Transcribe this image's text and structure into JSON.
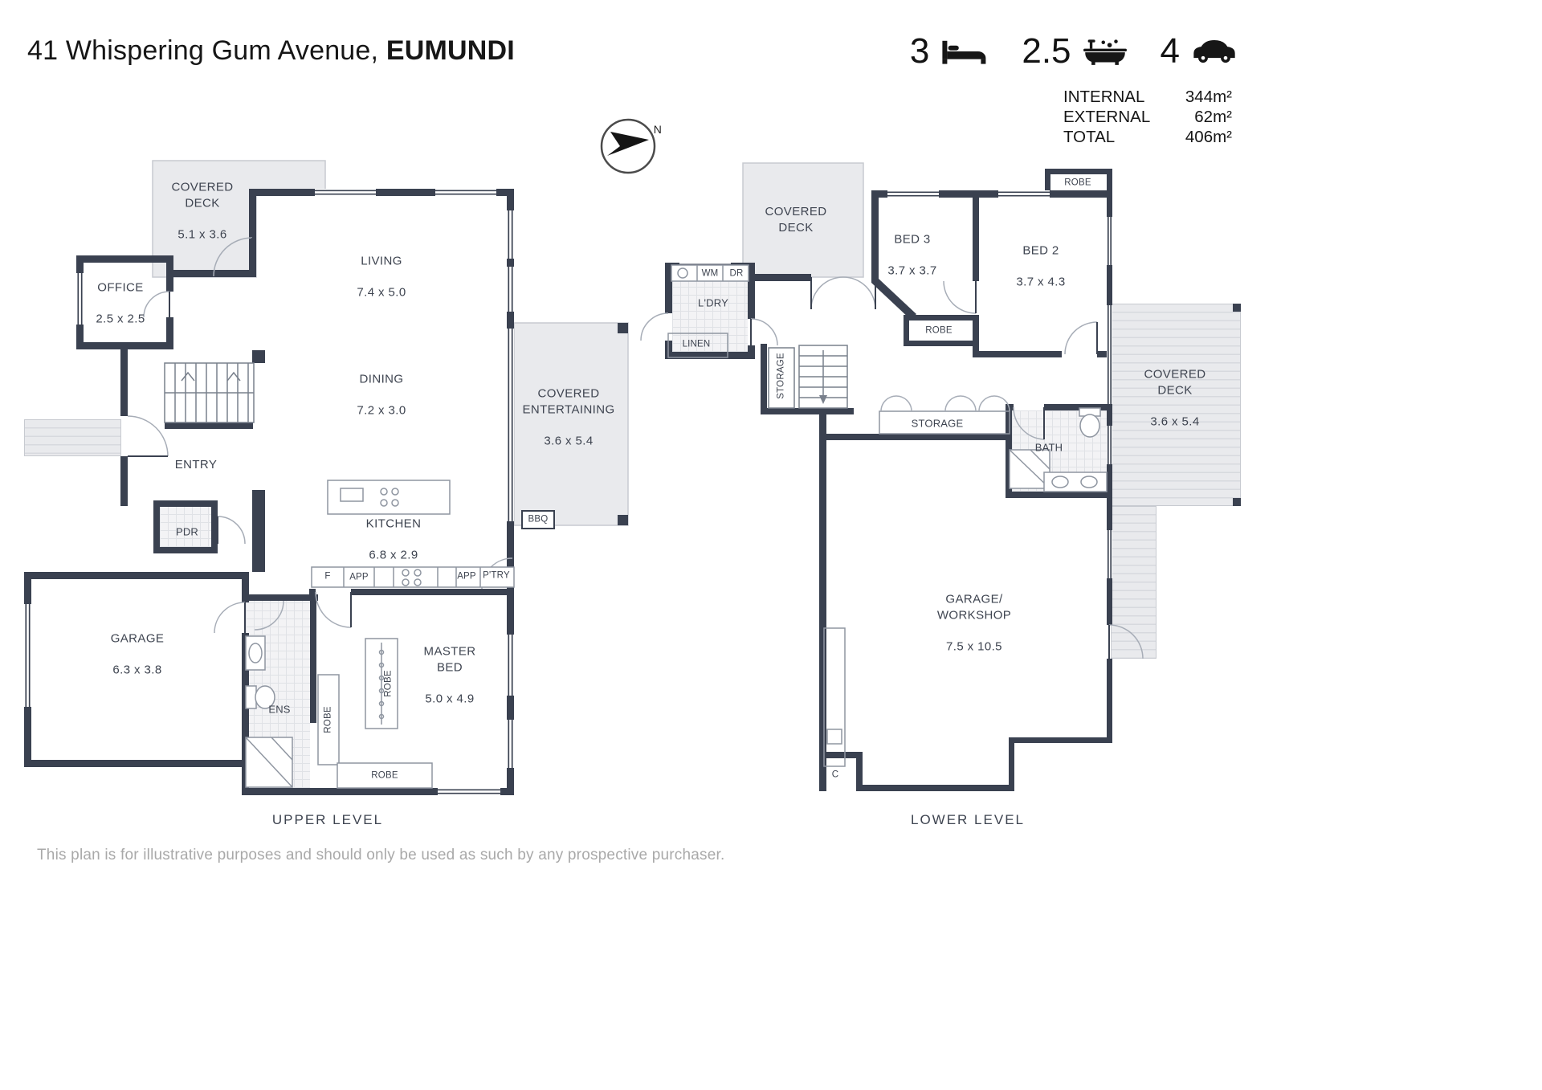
{
  "header": {
    "address_line": {
      "regular": "41 Whispering Gum Avenue, ",
      "suburb": "EUMUNDI"
    },
    "stats": {
      "beds": "3",
      "baths": "2.5",
      "cars": "4"
    },
    "areas": {
      "rows": [
        {
          "label": "INTERNAL",
          "value": "344m²"
        },
        {
          "label": "EXTERNAL",
          "value": "62m²"
        },
        {
          "label": "TOTAL",
          "value": "406m²"
        }
      ]
    },
    "compass": {
      "north": "N"
    }
  },
  "upper_level": {
    "title": "UPPER LEVEL",
    "rooms": {
      "covered_deck": {
        "name": "COVERED DECK",
        "dims": "5.1 x 3.6"
      },
      "office": {
        "name": "OFFICE",
        "dims": "2.5 x 2.5"
      },
      "living": {
        "name": "LIVING",
        "dims": "7.4 x 5.0"
      },
      "dining": {
        "name": "DINING",
        "dims": "7.2 x 3.0"
      },
      "covered_entertaining": {
        "name": "COVERED ENTERTAINING",
        "dims": "3.6 x 5.4"
      },
      "entry": {
        "name": "ENTRY"
      },
      "pdr": {
        "name": "PDR"
      },
      "kitchen": {
        "name": "KITCHEN",
        "dims": "6.8 x 2.9"
      },
      "garage": {
        "name": "GARAGE",
        "dims": "6.3 x 3.8"
      },
      "master_bed": {
        "name": "MASTER BED",
        "dims": "5.0 x 4.9"
      },
      "ens": {
        "name": "ENS"
      },
      "robe_ens": {
        "name": "ROBE"
      },
      "robe_walkin": {
        "name": "ROBE"
      },
      "robe_master": {
        "name": "ROBE"
      },
      "bbq": {
        "name": "BBQ"
      },
      "fridge": {
        "name": "F"
      },
      "app_left": {
        "name": "APP"
      },
      "app_right": {
        "name": "APP"
      },
      "pantry": {
        "name": "P'TRY"
      }
    }
  },
  "lower_level": {
    "title": "LOWER LEVEL",
    "rooms": {
      "covered_deck_top": {
        "name": "COVERED DECK"
      },
      "covered_deck_side": {
        "name": "COVERED DECK",
        "dims": "3.6 x 5.4"
      },
      "bed3": {
        "name": "BED 3",
        "dims": "3.7 x 3.7"
      },
      "bed2": {
        "name": "BED 2",
        "dims": "3.7 x 4.3"
      },
      "robe_top": {
        "name": "ROBE"
      },
      "robe_bed3": {
        "name": "ROBE"
      },
      "laundry": {
        "name": "L'DRY"
      },
      "wm": {
        "name": "WM"
      },
      "dr": {
        "name": "DR"
      },
      "linen": {
        "name": "LINEN"
      },
      "storage_stairs": {
        "name": "STORAGE"
      },
      "storage_hall": {
        "name": "STORAGE"
      },
      "bath": {
        "name": "BATH"
      },
      "garage_workshop": {
        "name": "GARAGE/\nWORKSHOP",
        "dims": "7.5 x 10.5"
      },
      "cupboard": {
        "name": "C"
      }
    }
  },
  "footer": {
    "disclaimer": "This plan is for illustrative purposes and should only be used as such by any prospective purchaser."
  }
}
